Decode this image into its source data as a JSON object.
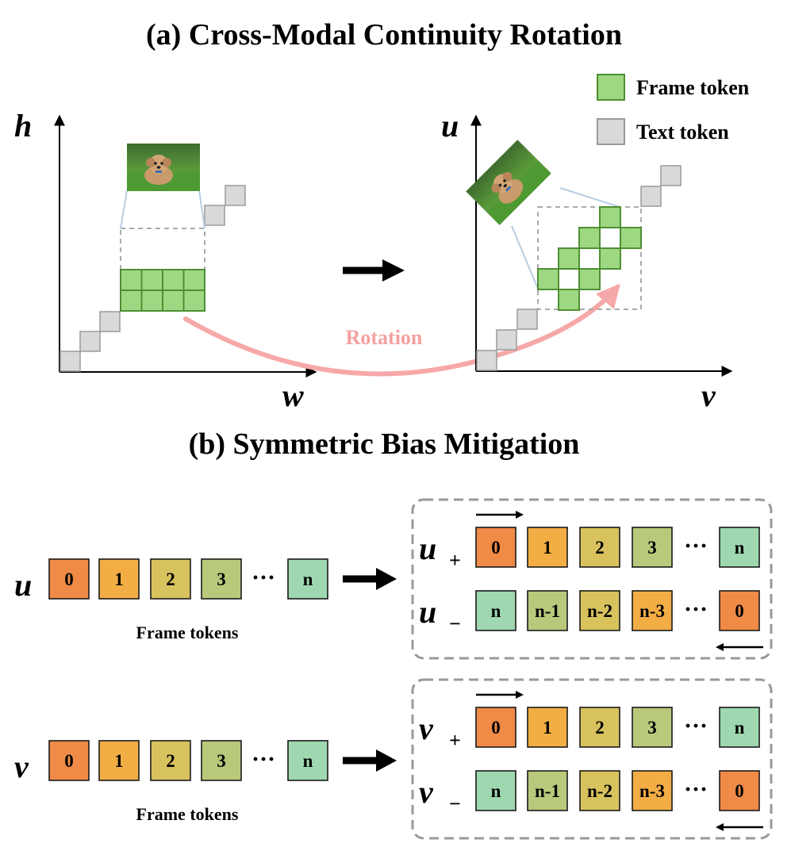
{
  "title_a": "(a) Cross-Modal Continuity Rotation",
  "title_b": "(b) Symmetric Bias Mitigation",
  "legend": {
    "frame_label": "Frame token",
    "text_label": "Text token",
    "frame_color": "#9ed882",
    "frame_border": "#4f8f33",
    "text_color": "#d9d9d9",
    "text_border": "#9a9a9a"
  },
  "axes": {
    "left_y": "h",
    "left_x": "w",
    "right_y": "u",
    "right_x": "v"
  },
  "rotation_label": "Rotation",
  "rotation_color": "#f7a8a8",
  "caption": "Frame tokens",
  "sequences": {
    "u_label": "u",
    "v_label": "v",
    "plus_sign": "+",
    "minus_sign": "−",
    "forward": [
      "0",
      "1",
      "2",
      "3",
      "n"
    ],
    "backward": [
      "n",
      "n-1",
      "n-2",
      "n-3",
      "0"
    ],
    "dots": "···"
  },
  "token_colors": {
    "0": "#ef8a47",
    "1": "#f2ae45",
    "2": "#d8c25e",
    "3": "#b9c97c",
    "n": "#9fd8b0",
    "n-1": "#b9c97c",
    "n-2": "#d8c25e",
    "n-3": "#f2ae45"
  }
}
